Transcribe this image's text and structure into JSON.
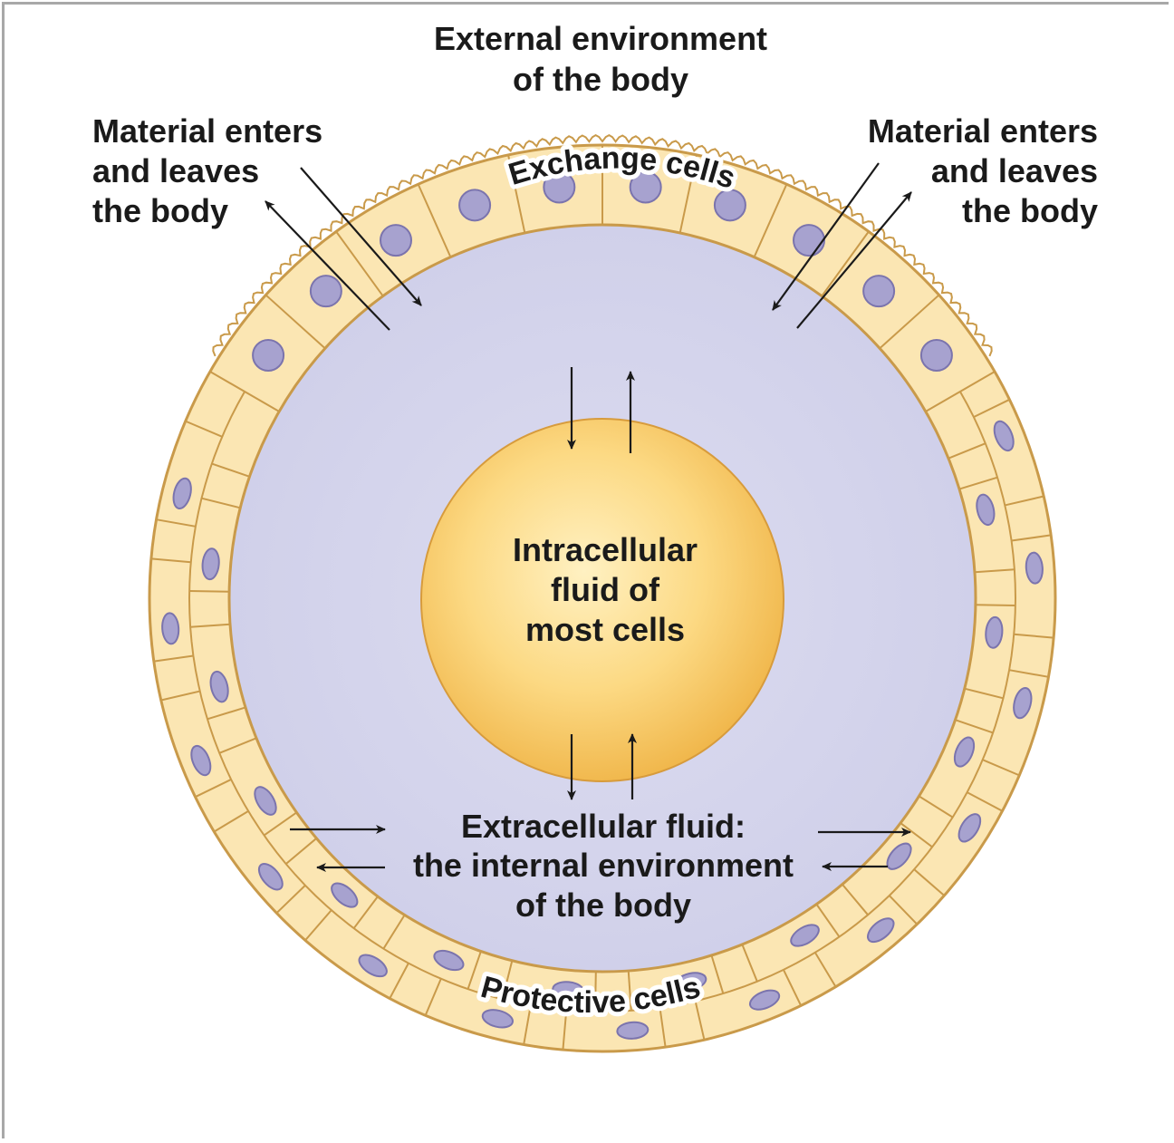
{
  "labels": {
    "external": [
      "External environment",
      "of the body"
    ],
    "material_left": [
      "Material enters",
      "and leaves",
      "the body"
    ],
    "material_right": [
      "Material enters",
      "and leaves",
      "the body"
    ],
    "exchange_cells": "Exchange cells",
    "intracellular": [
      "Intracellular",
      "fluid of",
      "most cells"
    ],
    "extracellular": [
      "Extracellular fluid:",
      "the internal environment",
      "of the body"
    ],
    "protective_cells": "Protective cells"
  },
  "colors": {
    "fluid_lavender": "#d6d6ee",
    "cell_cream": "#fbe8b8",
    "cell_border": "#c99a4a",
    "nucleus": "#a7a2cf",
    "nucleus_border": "#7b74ad",
    "core_center": "#fde9a6",
    "core_edge": "#f3c25a",
    "arrow": "#1a1a1a",
    "frame": "#a8a8a8"
  }
}
